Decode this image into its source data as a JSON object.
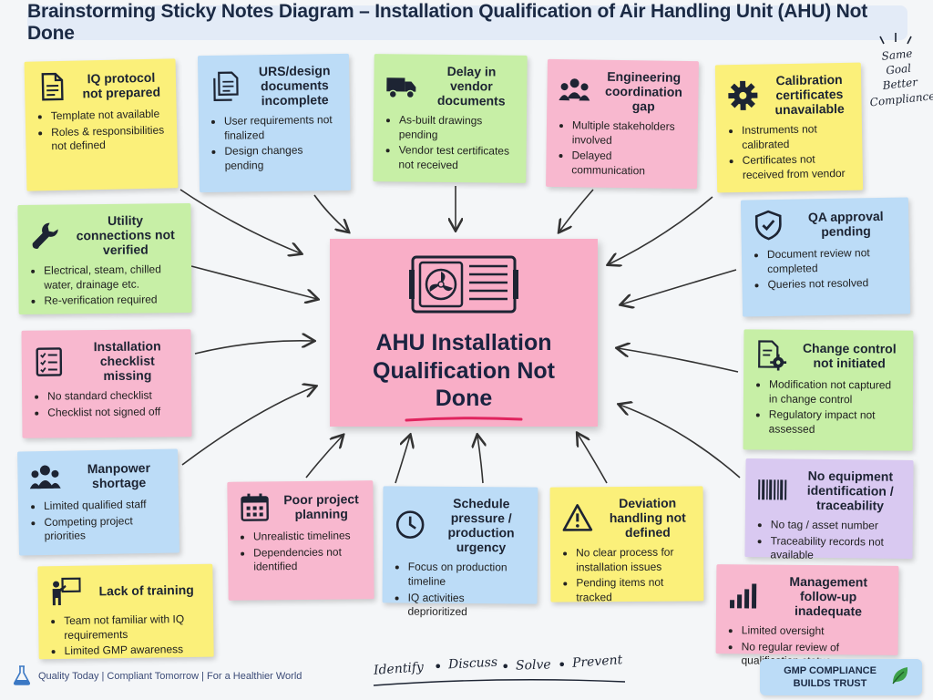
{
  "title": "Brainstorming Sticky Notes Diagram – Installation Qualification of Air Handling Unit (AHU) Not Done",
  "center": {
    "title": "AHU Installation Qualification Not Done",
    "icon": "ahu-fan-icon"
  },
  "notes": [
    {
      "id": "iq-protocol",
      "title": "IQ protocol not prepared",
      "icon": "document-icon",
      "color": "#fbf07a",
      "bullets": [
        "Template not available",
        "Roles & responsibilities not defined"
      ]
    },
    {
      "id": "urs-design",
      "title": "URS/design documents incomplete",
      "icon": "documents-icon",
      "color": "#bcdcf7",
      "bullets": [
        "User requirements not finalized",
        "Design changes pending"
      ]
    },
    {
      "id": "vendor-delay",
      "title": "Delay in vendor documents",
      "icon": "truck-icon",
      "color": "#c7efa6",
      "bullets": [
        "As-built drawings pending",
        "Vendor test certificates not received"
      ]
    },
    {
      "id": "engineering-gap",
      "title": "Engineering coordination gap",
      "icon": "people-icon",
      "color": "#f8b8cf",
      "bullets": [
        "Multiple stakeholders involved",
        "Delayed communication"
      ]
    },
    {
      "id": "calibration",
      "title": "Calibration certificates unavailable",
      "icon": "gear-icon",
      "color": "#fbf07a",
      "bullets": [
        "Instruments not calibrated",
        "Certificates not received from vendor"
      ]
    },
    {
      "id": "utility",
      "title": "Utility connections not verified",
      "icon": "wrench-icon",
      "color": "#c7efa6",
      "bullets": [
        "Electrical, steam, chilled water, drainage etc.",
        "Re-verification required"
      ]
    },
    {
      "id": "qa-approval",
      "title": "QA approval pending",
      "icon": "shield-check-icon",
      "color": "#bcdcf7",
      "bullets": [
        "Document review not completed",
        "Queries not resolved"
      ]
    },
    {
      "id": "checklist",
      "title": "Installation checklist missing",
      "icon": "checklist-icon",
      "color": "#f8b8cf",
      "bullets": [
        "No standard checklist",
        "Checklist not signed off"
      ]
    },
    {
      "id": "change-control",
      "title": "Change control not initiated",
      "icon": "document-gear-icon",
      "color": "#c7efa6",
      "bullets": [
        "Modification not captured in change control",
        "Regulatory impact not assessed"
      ]
    },
    {
      "id": "manpower",
      "title": "Manpower shortage",
      "icon": "group-icon",
      "color": "#bcdcf7",
      "bullets": [
        "Limited qualified staff",
        "Competing project priorities"
      ]
    },
    {
      "id": "planning",
      "title": "Poor project planning",
      "icon": "calendar-icon",
      "color": "#f8b8cf",
      "bullets": [
        "Unrealistic timelines",
        "Dependencies not identified"
      ]
    },
    {
      "id": "schedule",
      "title": "Schedule pressure / production urgency",
      "icon": "clock-icon",
      "color": "#bcdcf7",
      "bullets": [
        "Focus on production timeline",
        "IQ activities deprioritized"
      ]
    },
    {
      "id": "deviation",
      "title": "Deviation handling not defined",
      "icon": "warning-icon",
      "color": "#fbf07a",
      "bullets": [
        "No clear process for installation issues",
        "Pending items not tracked"
      ]
    },
    {
      "id": "identification",
      "title": "No equipment identification / traceability",
      "icon": "barcode-icon",
      "color": "#d9c9f1",
      "bullets": [
        "No tag / asset number",
        "Traceability records not available"
      ]
    },
    {
      "id": "training",
      "title": "Lack of training",
      "icon": "presenter-icon",
      "color": "#fbf07a",
      "bullets": [
        "Team not familiar with IQ requirements",
        "Limited GMP awareness"
      ]
    },
    {
      "id": "management",
      "title": "Management follow-up inadequate",
      "icon": "bar-chart-icon",
      "color": "#f8b8cf",
      "bullets": [
        "Limited oversight",
        "No regular review of qualification status"
      ]
    }
  ],
  "side_note": [
    "Same",
    "Goal",
    "Better",
    "Compliance"
  ],
  "footer": {
    "tagline": "Quality Today | Compliant Tomorrow | For a Healthier World",
    "steps": [
      "Identify",
      "Discuss",
      "Solve",
      "Prevent"
    ],
    "badge": "GMP COMPLIANCE BUILDS TRUST"
  }
}
